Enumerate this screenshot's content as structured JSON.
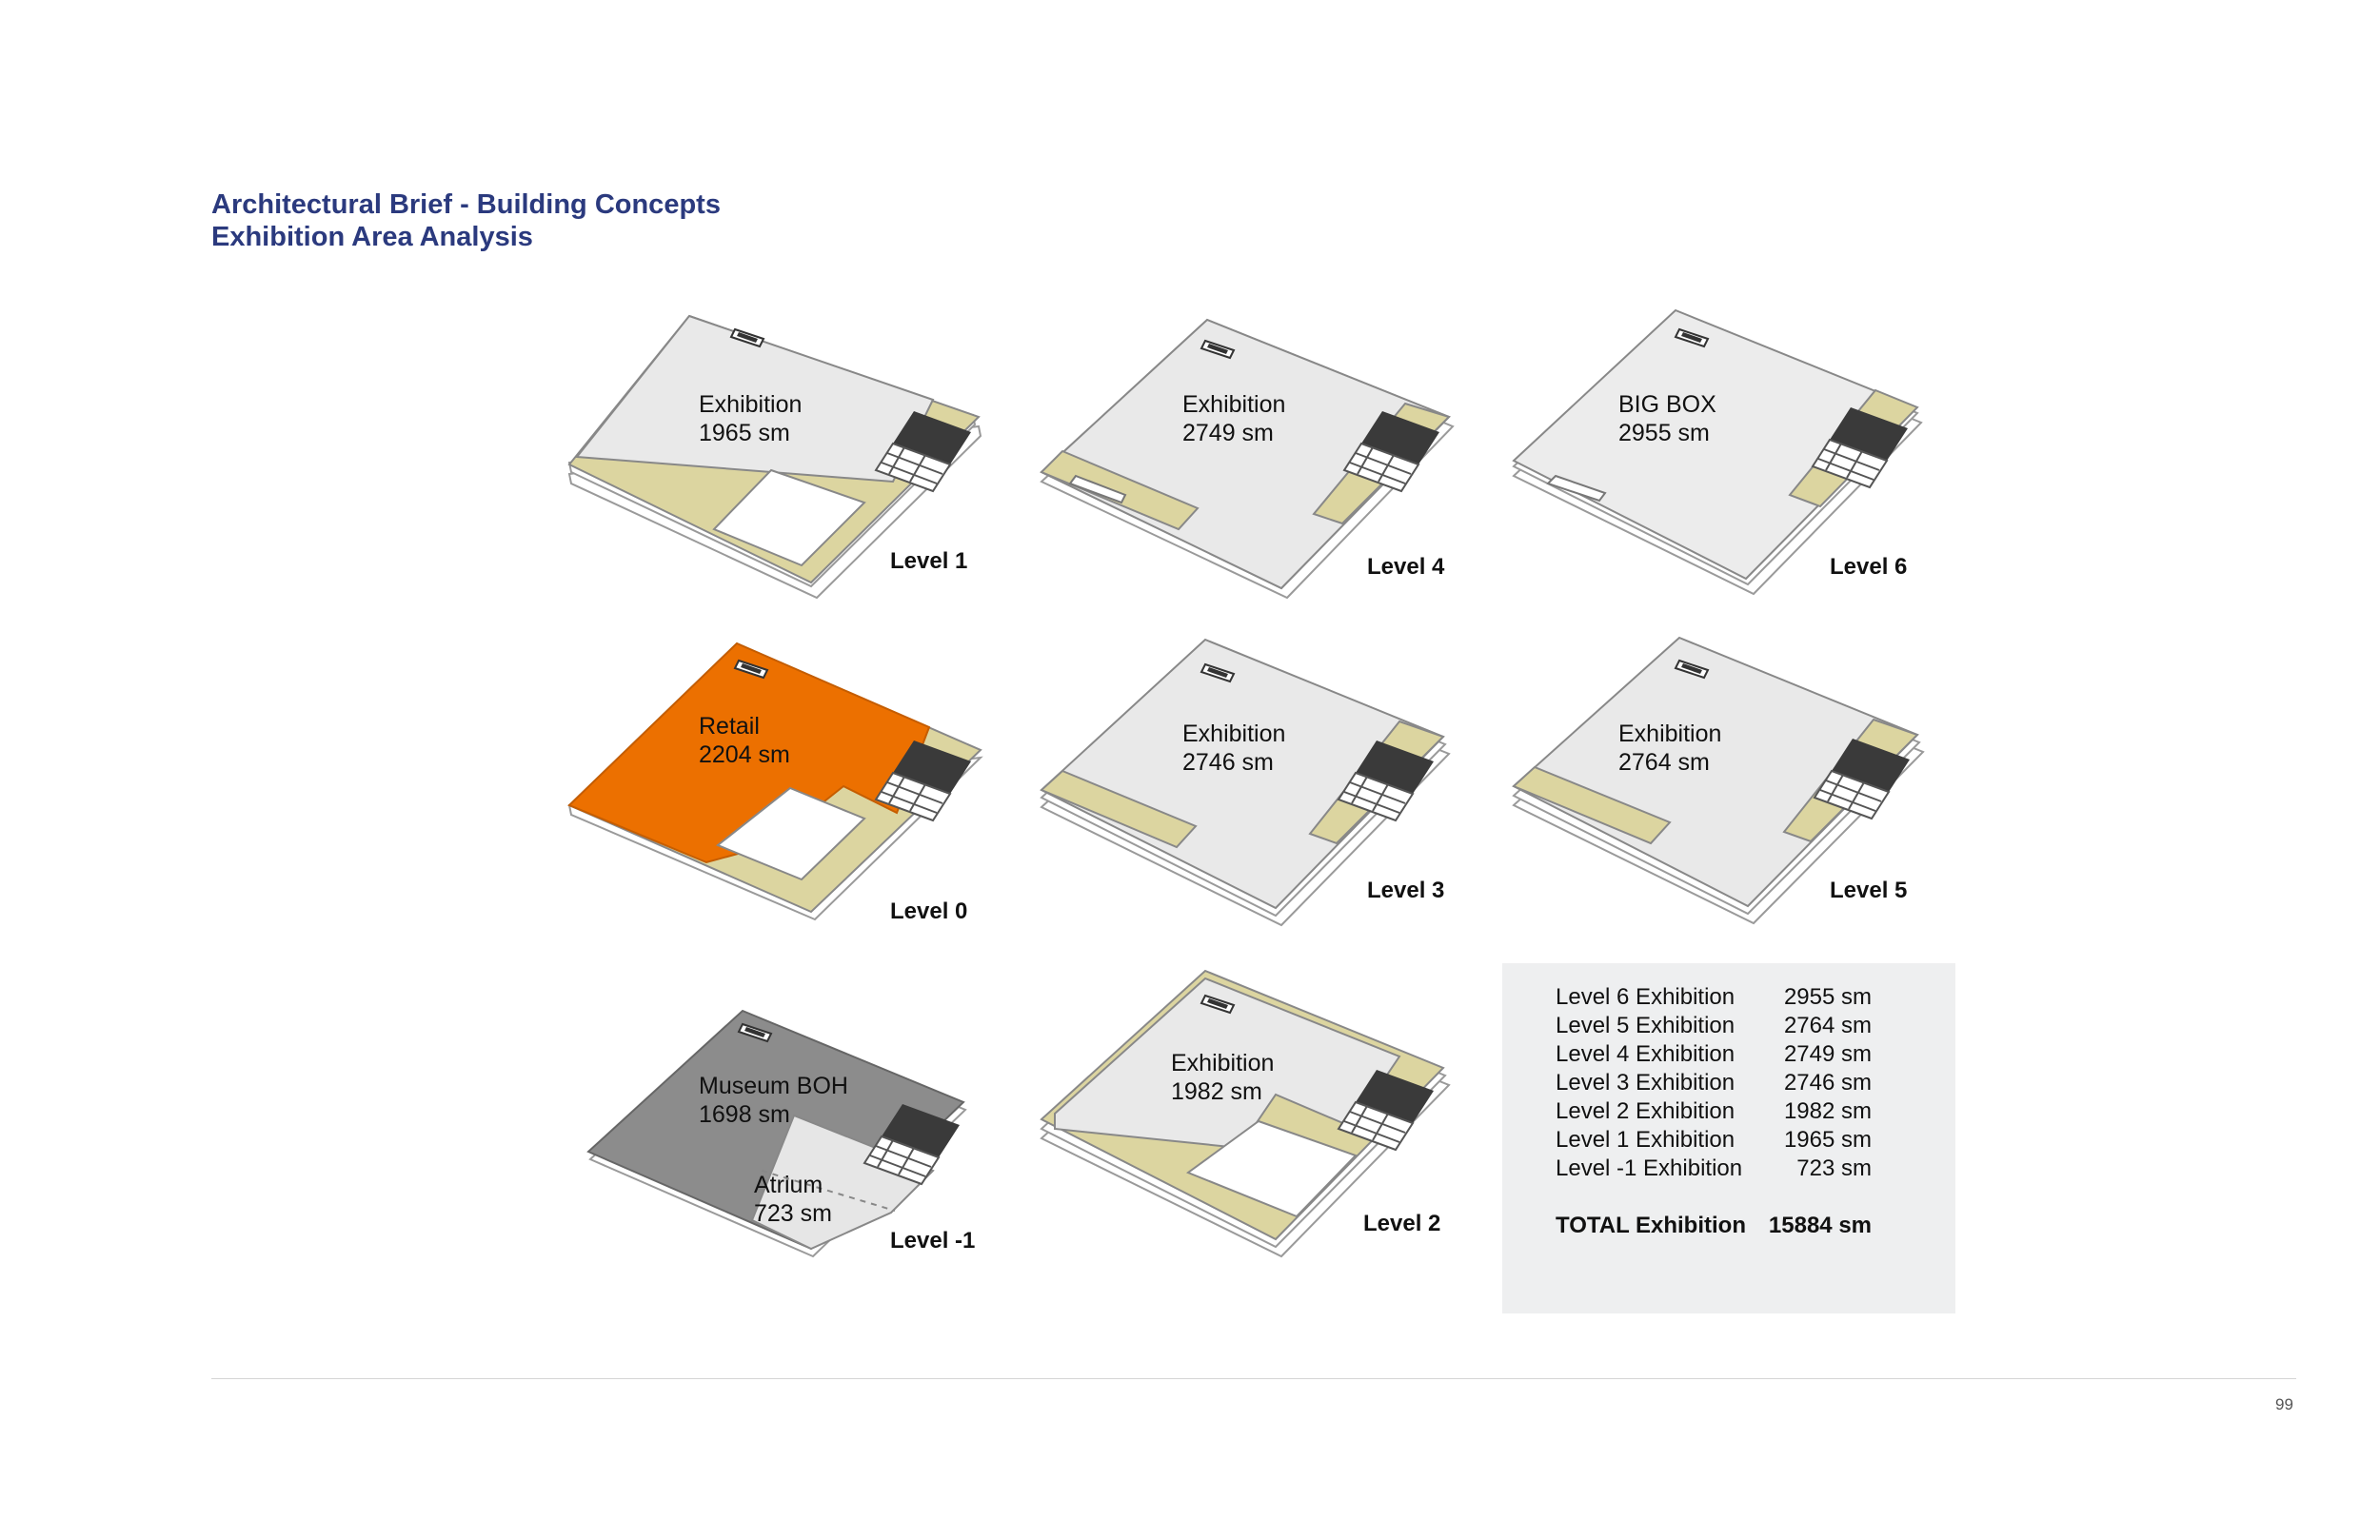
{
  "header": {
    "line1": "Architectural Brief - Building Concepts",
    "line2": "Exhibition Area Analysis"
  },
  "colors": {
    "title": "#2b3a7e",
    "exhibition_floor": "#e9e9e9",
    "circulation": "#dcd5a0",
    "retail": "#ec7000",
    "boh": "#8c8c8c",
    "core_dark": "#3a3a3a"
  },
  "plans": [
    {
      "id": "l1",
      "level": "Level 1",
      "name": "Exhibition",
      "area": "1965 sm"
    },
    {
      "id": "l4",
      "level": "Level 4",
      "name": "Exhibition",
      "area": "2749 sm"
    },
    {
      "id": "l6",
      "level": "Level 6",
      "name": "BIG BOX",
      "area": "2955 sm"
    },
    {
      "id": "l0",
      "level": "Level 0",
      "name": "Retail",
      "area": "2204 sm"
    },
    {
      "id": "l3",
      "level": "Level 3",
      "name": "Exhibition",
      "area": "2746 sm"
    },
    {
      "id": "l5",
      "level": "Level 5",
      "name": "Exhibition",
      "area": "2764 sm"
    },
    {
      "id": "lm1",
      "level": "Level -1",
      "name": "Museum BOH",
      "area": "1698 sm",
      "sub_name": "Atrium",
      "sub_area": "723 sm"
    },
    {
      "id": "l2",
      "level": "Level 2",
      "name": "Exhibition",
      "area": "1982 sm"
    }
  ],
  "summary": {
    "rows": [
      {
        "name": "Level 6 Exhibition",
        "value": "2955 sm"
      },
      {
        "name": "Level 5 Exhibition",
        "value": "2764 sm"
      },
      {
        "name": "Level 4 Exhibition",
        "value": "2749 sm"
      },
      {
        "name": "Level 3 Exhibition",
        "value": "2746 sm"
      },
      {
        "name": "Level 2 Exhibition",
        "value": "1982 sm"
      },
      {
        "name": "Level 1 Exhibition",
        "value": "1965 sm"
      },
      {
        "name": "Level -1 Exhibition",
        "value": "723 sm"
      }
    ],
    "total_label": "TOTAL Exhibition",
    "total_value": "15884 sm"
  },
  "footer": {
    "page_number": "99"
  }
}
